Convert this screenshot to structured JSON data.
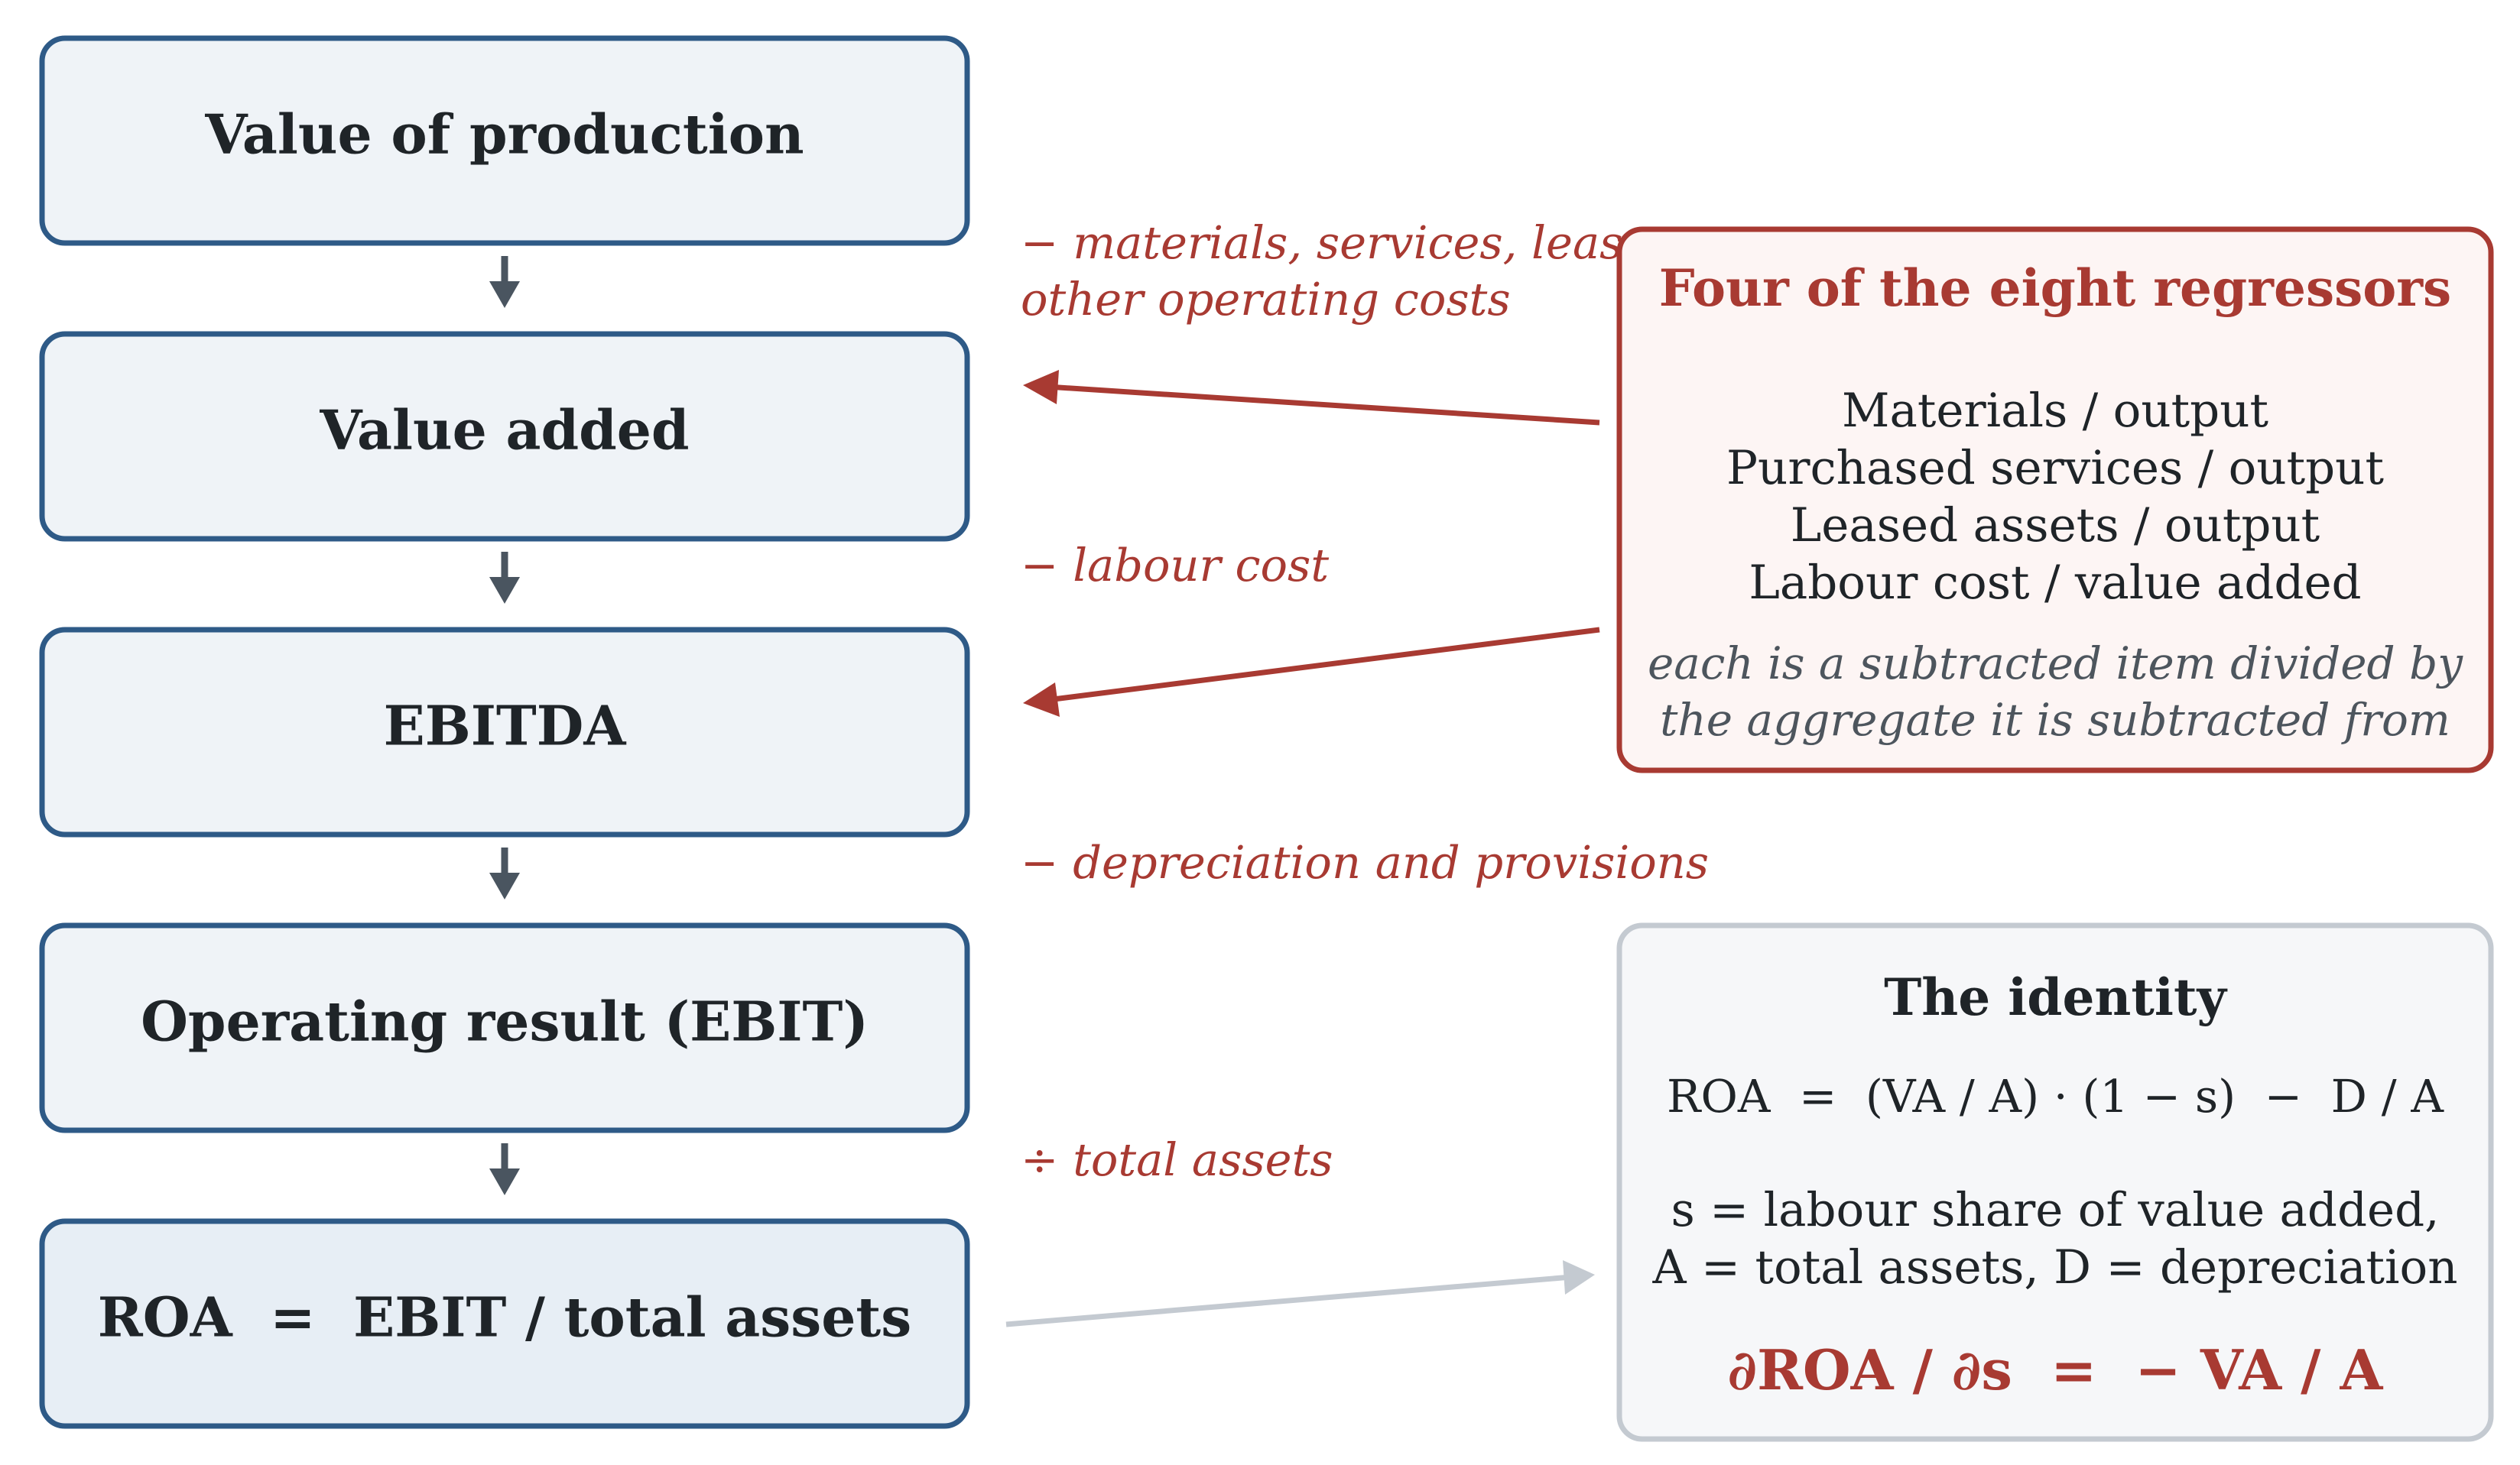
{
  "colors": {
    "box_stroke": "#2e5a87",
    "box_fill": "#eff3f7",
    "box_fill_last": "#e7eef5",
    "box_text": "#1f2428",
    "down_arrow": "#4a5560",
    "accent": "#a83a32",
    "regressor_fill": "#fdf5f4",
    "identity_stroke": "#c4cad1",
    "identity_fill": "#f6f7f9",
    "muted_text": "#4d555d",
    "gray_arrow": "#c4cad1"
  },
  "flow": {
    "steps": [
      {
        "label": "Value of production"
      },
      {
        "label": "Value added"
      },
      {
        "label": "EBITDA"
      },
      {
        "label": "Operating result (EBIT)"
      },
      {
        "label": "ROA  =  EBIT / total assets"
      }
    ],
    "annotations": [
      {
        "line1": "− materials, services, leases,",
        "line2": "other operating costs"
      },
      {
        "line1": "− labour cost"
      },
      {
        "line1": "− depreciation and provisions"
      },
      {
        "line1": "÷ total assets"
      }
    ]
  },
  "regressors": {
    "title": "Four of the eight regressors",
    "items": [
      "Materials / output",
      "Purchased services / output",
      "Leased assets / output",
      "Labour cost / value added"
    ],
    "note_line1": "each is a subtracted item divided by",
    "note_line2": "the aggregate it is subtracted from"
  },
  "identity": {
    "title": "The identity",
    "formula": "ROA  =  (VA / A) · (1 − s)  −  D / A",
    "legend_line1": "s = labour share of value added,",
    "legend_line2": "A = total assets, D = depreciation",
    "derivative": "∂ROA / ∂s  =  − VA / A"
  }
}
